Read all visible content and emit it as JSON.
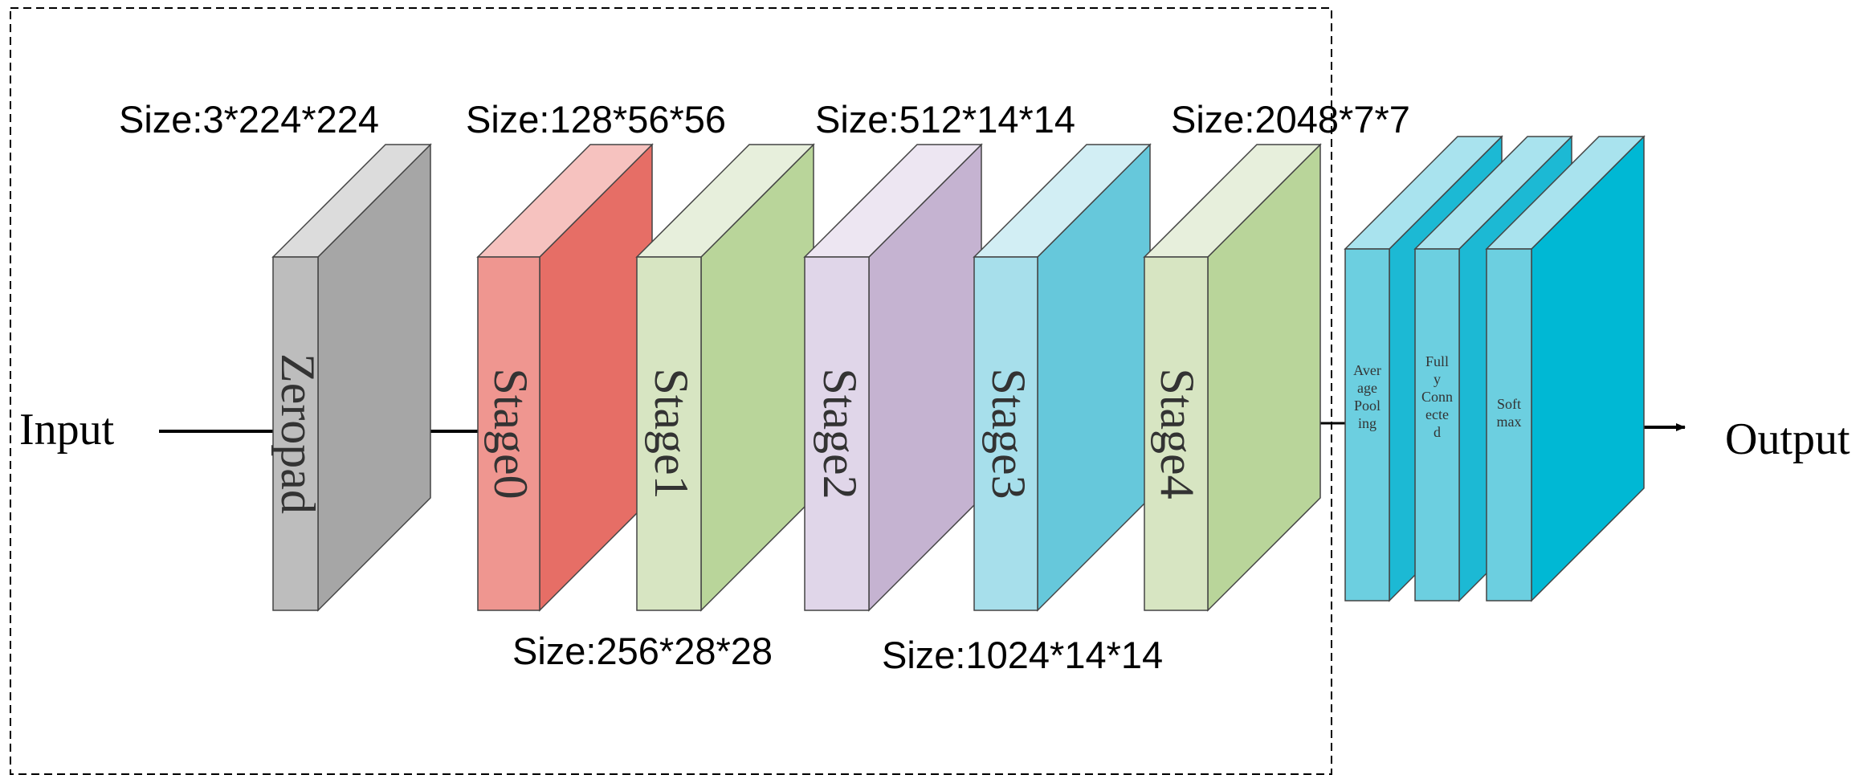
{
  "input_label": "Input",
  "output_label": "Output",
  "blocks": [
    {
      "label": "Zeropad",
      "front": "#bdbdbd",
      "side": "#a6a6a6",
      "top": "#dcdcdc"
    },
    {
      "label": "Stage0",
      "front": "#ef9690",
      "side": "#e66e66",
      "top": "#f6c2bf"
    },
    {
      "label": "Stage1",
      "front": "#d7e5c2",
      "side": "#b9d59a",
      "top": "#e7efdc"
    },
    {
      "label": "Stage2",
      "front": "#e0d6e9",
      "side": "#c5b3d1",
      "top": "#ede6f2"
    },
    {
      "label": "Stage3",
      "front": "#a7dfeb",
      "side": "#66c8db",
      "top": "#d2eef4"
    },
    {
      "label": "Stage4",
      "front": "#d7e5c2",
      "side": "#b9d59a",
      "top": "#e7efdc"
    }
  ],
  "head_blocks": [
    {
      "lines": [
        "Aver",
        "age",
        "Pool",
        "ing"
      ],
      "front": "#6ccfe0",
      "side": "#1cb9d4",
      "top": "#a9e3ee"
    },
    {
      "lines": [
        "Full",
        "y",
        "Conn",
        "ecte",
        "d"
      ],
      "front": "#6ccfe0",
      "side": "#1cb9d4",
      "top": "#a9e3ee"
    },
    {
      "lines": [
        "Soft",
        "max"
      ],
      "front": "#6ccfe0",
      "side": "#00b8d4",
      "top": "#a9e3ee"
    }
  ],
  "sizes": {
    "s_input": "Size:3*224*224",
    "s_stage0": "Size:128*56*56",
    "s_stage1": "Size:256*28*28",
    "s_stage2": "Size:512*14*14",
    "s_stage3": "Size:1024*14*14",
    "s_stage4": "Size:2048*7*7"
  }
}
